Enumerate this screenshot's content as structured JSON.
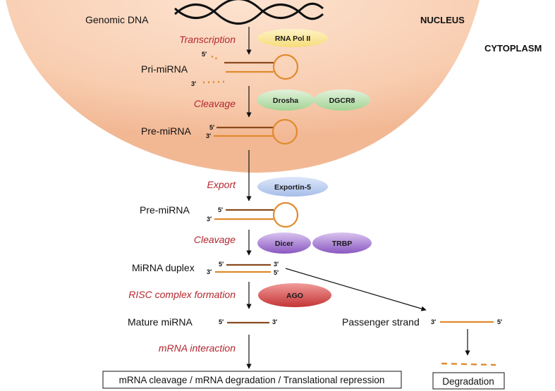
{
  "regions": {
    "nucleus": "NUCLEUS",
    "cytoplasm": "CYTOPLASM"
  },
  "stages": {
    "genomic_dna": "Genomic DNA",
    "pri_mirna": "Pri-miRNA",
    "pre_mirna_nucleus": "Pre-miRNA",
    "pre_mirna_cytoplasm": "Pre-miRNA",
    "mirna_duplex": "MiRNA duplex",
    "mature_mirna": "Mature miRNA",
    "passenger_strand": "Passenger strand"
  },
  "steps": {
    "transcription": "Transcription",
    "cleavage_1": "Cleavage",
    "export": "Export",
    "cleavage_2": "Cleavage",
    "risc_formation": "RISC complex formation",
    "mrna_interaction": "mRNA interaction"
  },
  "enzymes": {
    "rna_pol": "RNA Pol II",
    "drosha": "Drosha",
    "dgcr8": "DGCR8",
    "exportin": "Exportin-5",
    "dicer": "Dicer",
    "trbp": "TRBP",
    "ago": "AGO"
  },
  "primes": {
    "five": "5′",
    "three": "3′"
  },
  "outcomes": {
    "main": "mRNA cleavage / mRNA degradation / Translational repression",
    "passenger": "Degradation"
  },
  "colors": {
    "nucleus_fill": "#f7c7a6",
    "rna_orange": "#e08a2e",
    "rna_brown": "#8a4a1f",
    "step_red": "#b3272e",
    "rna_pol": "#fbe9a2",
    "drosha_dgcr8": "#b9dfb0",
    "exportin": "#b9c9ee",
    "dicer_trbp": "#9a6cc9",
    "ago": "#d64545"
  }
}
